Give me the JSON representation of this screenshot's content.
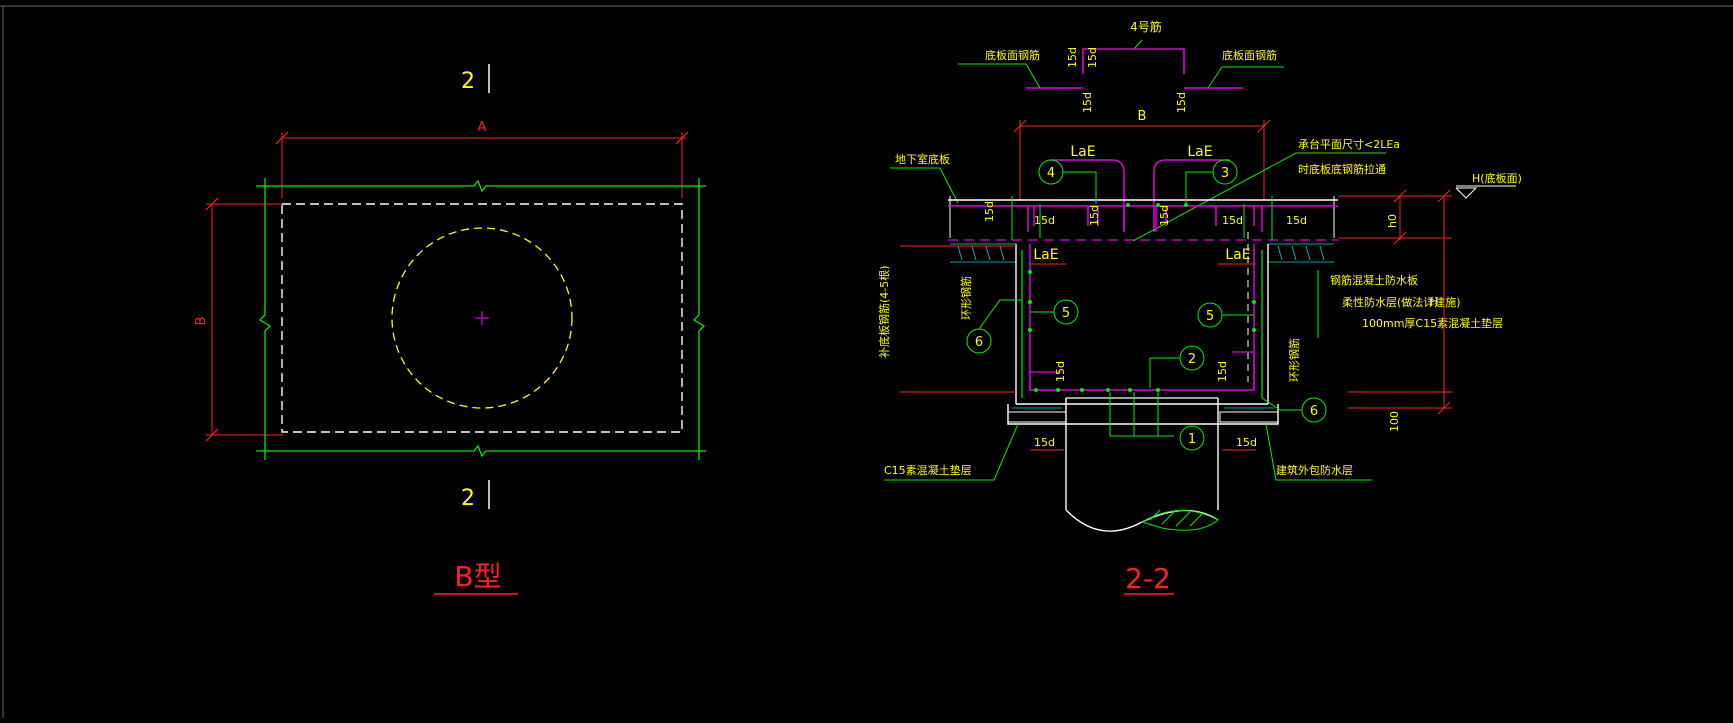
{
  "colors": {
    "background": "#000000",
    "red": "#ff2020",
    "green": "#00ee00",
    "yellow": "#ffff00",
    "magenta": "#dd00dd",
    "white": "#ffffff",
    "cyan": "#00d8d8",
    "gray": "#9a9a9a"
  },
  "plan_view": {
    "section_mark_top": "2",
    "section_mark_bottom": "2",
    "dim_a": "A",
    "dim_b": "B",
    "title": "B型"
  },
  "section_view": {
    "title": "2-2",
    "top_label": "4号筋",
    "label_bottom_face_left": "底板面钢筋",
    "label_bottom_face_right": "底板面钢筋",
    "dim_b": "B",
    "dim_15d": "15d",
    "lae": "LaE",
    "note_line1": "承台平面尺寸<2LEa",
    "note_line2": "时底板底钢筋拉通",
    "label_basement_floor": "地下室底板",
    "level_label": "H(底板面)",
    "dim_h_small": "h0",
    "waterproof_line1": "钢筋混凝土防水板",
    "waterproof_line2": "柔性防水层(做法详建施)",
    "waterproof_line3": "100mm厚C15素混凝土垫层",
    "dim_h": "H",
    "dim_100": "100",
    "label_waterproof_left": "C15素混凝土垫层",
    "label_waterproof_right": "建筑外包防水层",
    "label_vertical_left": "补底板钢筋(4-5根)",
    "label_stirrup_left": "环形钢筋",
    "label_stirrup_right": "环形钢筋",
    "circle_labels": [
      "1",
      "2",
      "3",
      "4",
      "5",
      "5",
      "6",
      "6"
    ]
  }
}
